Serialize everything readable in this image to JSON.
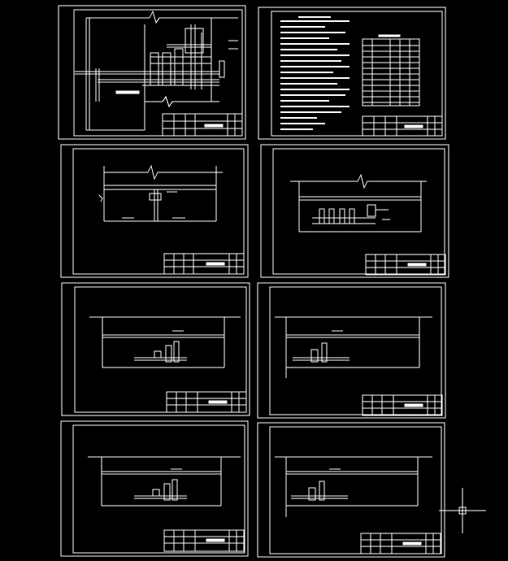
{
  "canvas": {
    "background": "#000000",
    "line_color": "#ffffff"
  },
  "sheets": [
    {
      "id": "plan",
      "kind": "plan"
    },
    {
      "id": "notes",
      "kind": "notes"
    },
    {
      "id": "section-a",
      "kind": "section-a"
    },
    {
      "id": "section-b",
      "kind": "section-b"
    },
    {
      "id": "section-c",
      "kind": "section-c"
    },
    {
      "id": "section-d",
      "kind": "section-d"
    },
    {
      "id": "section-e",
      "kind": "section-e"
    },
    {
      "id": "section-f",
      "kind": "section-f"
    }
  ],
  "cursor": {
    "icon": "crosshair-cursor-icon"
  }
}
